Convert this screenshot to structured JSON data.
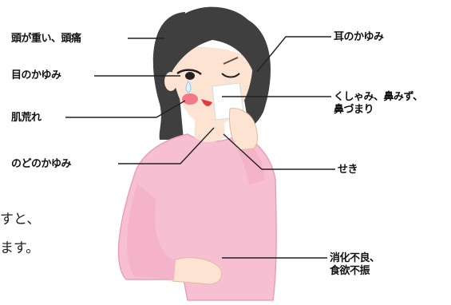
{
  "symptoms": {
    "headache": "頭が重い、頭痛",
    "itchy_eyes": "目のかゆみ",
    "rough_skin": "肌荒れ",
    "itchy_throat": "のどのかゆみ",
    "itchy_ears": "耳のかゆみ",
    "nasal_line1": "くしゃみ、鼻みず、",
    "nasal_line2": "鼻づまり",
    "cough": "せき",
    "digestion_line1": "消化不良、",
    "digestion_line2": "食欲不振"
  },
  "cut_text": {
    "line1": "すと、",
    "line2": "ます。"
  },
  "colors": {
    "hair": "#3f3f3f",
    "skin": "#fde4d2",
    "blush": "#f04a6c",
    "shirt": "#f7bfd2",
    "shirt_shade": "#e99fba",
    "tissue": "#ffffff",
    "line": "#222222"
  },
  "icons": {
    "figure": "woman-with-allergy-symptoms"
  }
}
